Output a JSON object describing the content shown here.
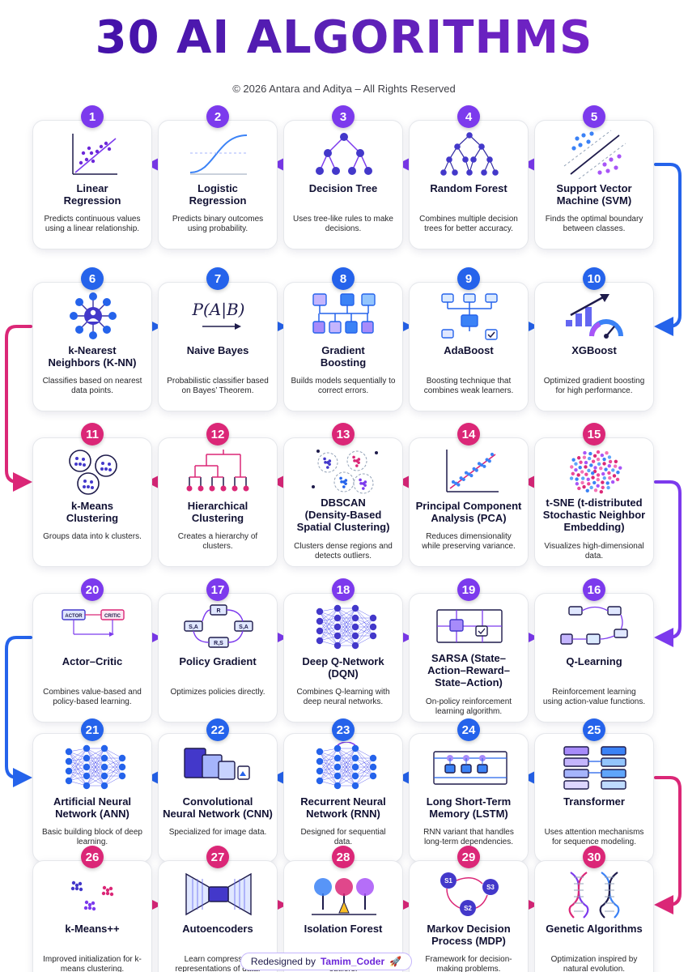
{
  "title": "30 AI ALGORITHMS",
  "copyright": "© 2026 Antara and Aditya – All Rights Reserved",
  "footer": {
    "prefix": "Redesigned by",
    "handle": "Tamim_Coder",
    "emoji": "🚀"
  },
  "colors": {
    "purple": "#7c3aed",
    "blue": "#2563eb",
    "pink": "#db2777",
    "navy": "#312e81"
  },
  "rows": [
    {
      "color": "purple",
      "cards": [
        {
          "num": "1",
          "icon": "scatter-plot-icon",
          "name": [
            "Linear",
            "Regression"
          ],
          "desc": "Predicts continuous values using a linear relationship."
        },
        {
          "num": "2",
          "icon": "sigmoid-curve-icon",
          "name": [
            "Logistic",
            "Regression"
          ],
          "desc": "Predicts binary outcomes using probability."
        },
        {
          "num": "3",
          "icon": "decision-tree-icon",
          "name": [
            "Decision Tree"
          ],
          "desc": "Uses tree-like rules to make decisions."
        },
        {
          "num": "4",
          "icon": "random-forest-icon",
          "name": [
            "Random Forest"
          ],
          "desc": "Combines multiple decision trees for better accuracy."
        },
        {
          "num": "5",
          "icon": "svm-boundary-icon",
          "name": [
            "Support Vector",
            "Machine (SVM)"
          ],
          "desc": "Finds the optimal boundary between classes."
        }
      ]
    },
    {
      "color": "blue",
      "cards": [
        {
          "num": "6",
          "icon": "knn-network-icon",
          "name": [
            "k-Nearest",
            "Neighbors (K-NN)"
          ],
          "desc": "Classifies based on nearest data points."
        },
        {
          "num": "7",
          "icon": "bayes-formula-icon",
          "formula": "P(A|B)",
          "name": [
            "Naive Bayes"
          ],
          "desc": "Probabilistic classifier based on Bayes’ Theorem."
        },
        {
          "num": "8",
          "icon": "gradient-boosting-icon",
          "name": [
            "Gradient",
            "Boosting"
          ],
          "desc": "Builds models sequentially to correct errors."
        },
        {
          "num": "9",
          "icon": "adaboost-icon",
          "name": [
            "AdaBoost"
          ],
          "desc": "Boosting technique that combines weak learners."
        },
        {
          "num": "10",
          "icon": "xgboost-gauge-icon",
          "name": [
            "XGBoost"
          ],
          "desc": "Optimized gradient boosting for high performance."
        }
      ]
    },
    {
      "color": "pink",
      "cards": [
        {
          "num": "11",
          "icon": "kmeans-clusters-icon",
          "name": [
            "k-Means",
            "Clustering"
          ],
          "desc": "Groups data into k clusters."
        },
        {
          "num": "12",
          "icon": "dendrogram-icon",
          "name": [
            "Hierarchical",
            "Clustering"
          ],
          "desc": "Creates a hierarchy of clusters."
        },
        {
          "num": "13",
          "icon": "dbscan-clusters-icon",
          "name": [
            "DBSCAN",
            "(Density-Based",
            "Spatial Clustering)"
          ],
          "desc": "Clusters dense regions and detects outliers."
        },
        {
          "num": "14",
          "icon": "pca-scatter-icon",
          "name": [
            "Principal Component",
            "Analysis (PCA)"
          ],
          "desc": "Reduces dimensionality while preserving variance."
        },
        {
          "num": "15",
          "icon": "tsne-embedding-icon",
          "name": [
            "t-SNE (t-distributed",
            "Stochastic Neighbor",
            "Embedding)"
          ],
          "desc": "Visualizes high-dimensional data."
        }
      ]
    },
    {
      "color": "purple",
      "cards": [
        {
          "num": "20",
          "icon": "actor-critic-icon",
          "name": [
            "Actor–Critic"
          ],
          "desc": "Combines value-based and policy-based learning.",
          "labels": [
            "ACTOR",
            "CRITIC"
          ]
        },
        {
          "num": "17",
          "icon": "policy-gradient-icon",
          "name": [
            "Policy Gradient"
          ],
          "desc": "Optimizes policies directly.",
          "labels": [
            "R",
            "S,A",
            "S,A",
            "R,S"
          ]
        },
        {
          "num": "18",
          "icon": "deep-q-network-icon",
          "name": [
            "Deep Q-Network",
            "(DQN)"
          ],
          "desc": "Combines Q-learning with deep neural networks."
        },
        {
          "num": "19",
          "icon": "sarsa-flow-icon",
          "name": [
            "SARSA (State–",
            "Action–Reward–",
            "State–Action)"
          ],
          "desc": "On-policy reinforcement learning algorithm."
        },
        {
          "num": "16",
          "icon": "q-learning-icon",
          "name": [
            "Q-Learning"
          ],
          "desc": "Reinforcement learning using action-value functions."
        }
      ]
    },
    {
      "color": "blue",
      "cards": [
        {
          "num": "21",
          "icon": "neural-network-icon",
          "name": [
            "Artificial Neural",
            "Network (ANN)"
          ],
          "desc": "Basic building block of deep learning."
        },
        {
          "num": "22",
          "icon": "cnn-layers-icon",
          "name": [
            "Convolutional",
            "Neural Network (CNN)"
          ],
          "desc": "Specialized for image data."
        },
        {
          "num": "23",
          "icon": "rnn-network-icon",
          "name": [
            "Recurrent Neural",
            "Network (RNN)"
          ],
          "desc": "Designed for sequential data."
        },
        {
          "num": "24",
          "icon": "lstm-cell-icon",
          "name": [
            "Long Short-Term",
            "Memory (LSTM)"
          ],
          "desc": "RNN variant that handles long-term dependencies."
        },
        {
          "num": "25",
          "icon": "transformer-blocks-icon",
          "name": [
            "Transformer"
          ],
          "desc": "Uses attention mechanisms for sequence modeling."
        }
      ]
    },
    {
      "color": "pink",
      "cards": [
        {
          "num": "26",
          "icon": "kmeans-plus-icon",
          "name": [
            "k-Means++"
          ],
          "desc": "Improved initialization for k-means clustering."
        },
        {
          "num": "27",
          "icon": "autoencoder-icon",
          "name": [
            "Autoencoders"
          ],
          "desc": "Learn compressed representations of data."
        },
        {
          "num": "28",
          "icon": "isolation-forest-icon",
          "name": [
            "Isolation Forest"
          ],
          "desc": "Detects anomalies and outliers."
        },
        {
          "num": "29",
          "icon": "markov-states-icon",
          "name": [
            "Markov Decision",
            "Process (MDP)"
          ],
          "desc": "Framework for decision-making problems.",
          "labels": [
            "S1",
            "S3",
            "S2"
          ]
        },
        {
          "num": "30",
          "icon": "dna-helix-icon",
          "name": [
            "Genetic Algorithms"
          ],
          "desc": "Optimization inspired by natural evolution."
        }
      ]
    }
  ]
}
